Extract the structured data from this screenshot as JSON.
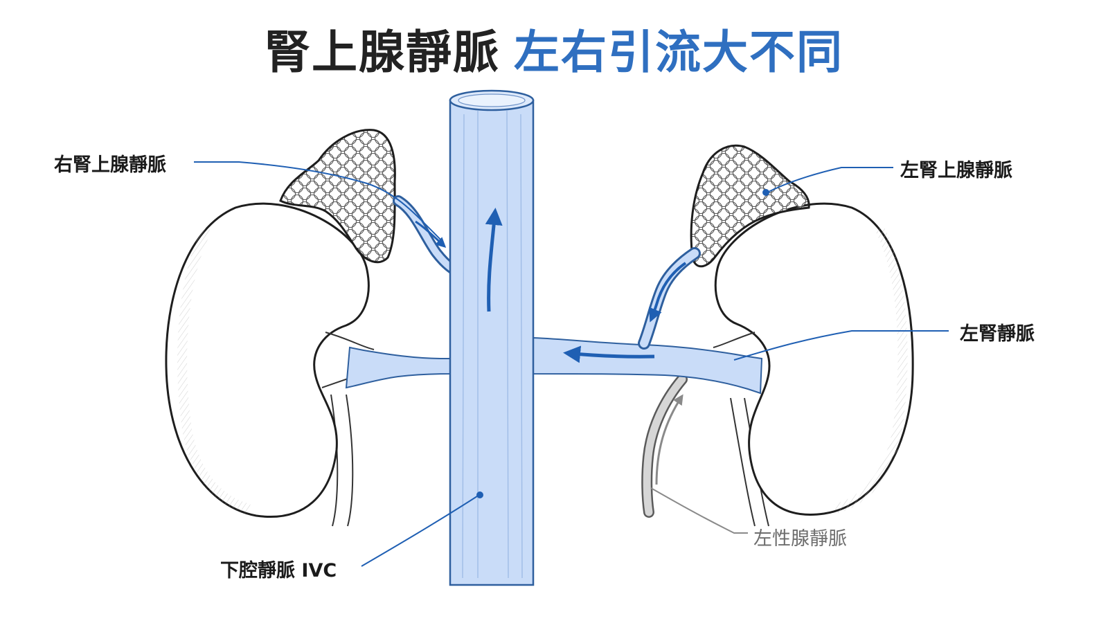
{
  "title": {
    "main": "腎上腺靜脈",
    "highlight": "左右引流大不同"
  },
  "labels": {
    "right_adrenal_vein": "右腎上腺靜脈",
    "left_adrenal_vein": "左腎上腺靜脈",
    "left_renal_vein": "左腎靜脈",
    "left_gonadal_vein": "左性腺靜脈",
    "ivc": "下腔靜脈 IVC"
  },
  "colors": {
    "title_main": "#222222",
    "title_highlight": "#2f6fc0",
    "vein_fill": "#c9dcf8",
    "vein_stroke": "#2e5f9e",
    "flow_arrow": "#1f5fb3",
    "leader_line": "#1f5fb3",
    "gonadal_vein": "#bdbdbd",
    "outline": "#222222"
  }
}
